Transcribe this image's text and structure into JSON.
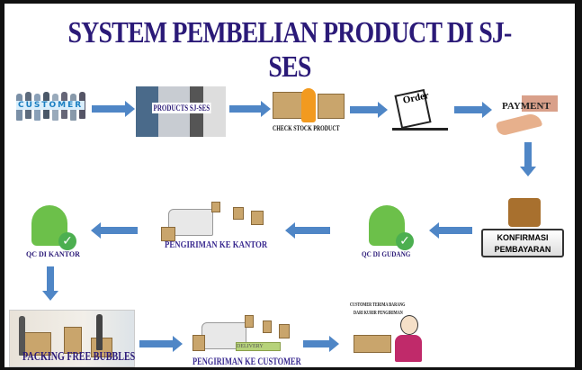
{
  "title": "SYSTEM PEMBELIAN PRODUCT DI SJ-SES",
  "steps": {
    "customer": "CUSTOMER",
    "products": "PRODUCTS SJ-SES",
    "check_stock": "CHECK STOCK PRODUCT",
    "order": "Order",
    "payment": "PAYMENT",
    "konfirmasi_line1": "KONFIRMASI",
    "konfirmasi_line2": "PEMBAYARAN",
    "qc_gudang": "QC DI GUDANG",
    "pengiriman_kantor": "PENGIRIMAN KE KANTOR",
    "qc_kantor": "QC DI KANTOR",
    "packing": "PACKING FREE BUBBLES",
    "pengiriman_customer": "PENGIRIMAN KE CUSTOMER",
    "terima_line1": "CUSTOMER TERIMA BARANG",
    "terima_line2": "DARI KURIR PENGIRIMAN",
    "delivery": "DELIVERY"
  },
  "colors": {
    "arrow": "#4f86c6",
    "title": "#2b1a78",
    "label": "#2b1a78"
  }
}
